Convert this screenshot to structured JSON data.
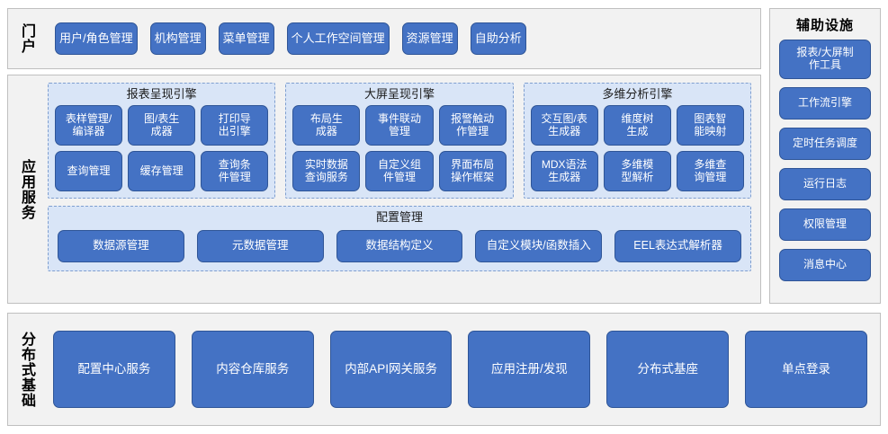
{
  "portal": {
    "label": "门户",
    "items": [
      "用户/角色管理",
      "机构管理",
      "菜单管理",
      "个人工作空间管理",
      "资源管理",
      "自助分析"
    ]
  },
  "app_services": {
    "label": "应用服务",
    "engines": [
      {
        "title": "报表呈现引擎",
        "items": [
          "表样管理/\n编译器",
          "图/表生\n成器",
          "打印导\n出引擎",
          "查询管理",
          "缓存管理",
          "查询条\n件管理"
        ]
      },
      {
        "title": "大屏呈现引擎",
        "items": [
          "布局生\n成器",
          "事件联动\n管理",
          "报警触动\n作管理",
          "实时数据\n查询服务",
          "自定义组\n件管理",
          "界面布局\n操作框架"
        ]
      },
      {
        "title": "多维分析引擎",
        "items": [
          "交互图/表\n生成器",
          "维度树\n生成",
          "图表智\n能映射",
          "MDX语法\n生成器",
          "多维模\n型解析",
          "多维查\n询管理"
        ]
      }
    ],
    "config": {
      "title": "配置管理",
      "items": [
        "数据源管理",
        "元数据管理",
        "数据结构定义",
        "自定义模块/函数插入",
        "EEL表达式解析器"
      ]
    }
  },
  "aux": {
    "label": "辅助设施",
    "items": [
      "报表/大屏制\n作工具",
      "工作流引擎",
      "定时任务调度",
      "运行日志",
      "权限管理",
      "消息中心"
    ]
  },
  "distributed": {
    "label": "分布式基础",
    "items": [
      "配置中心服务",
      "内容仓库服务",
      "内部API网关服务",
      "应用注册/发现",
      "分布式基座",
      "单点登录"
    ]
  },
  "colors": {
    "box_fill": "#4472c4",
    "box_border": "#2f5597",
    "panel_fill": "#d9e5f7",
    "panel_border": "#7f9fd0",
    "section_fill": "#f2f2f2",
    "section_border": "#bfbfbf",
    "box_text": "#ffffff",
    "label_text": "#000000"
  }
}
